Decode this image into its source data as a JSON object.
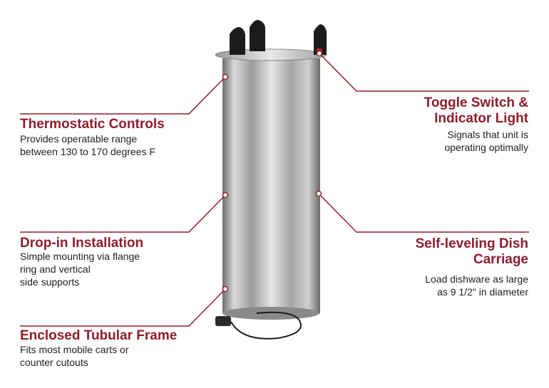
{
  "callouts": {
    "thermostatic": {
      "title": "Thermostatic Controls",
      "desc": [
        "Provides operatable range",
        "between 130 to 170 degrees F"
      ]
    },
    "toggle": {
      "title": [
        "Toggle Switch &",
        "Indicator Light"
      ],
      "desc": [
        "Signals that unit is",
        "operating optimally"
      ]
    },
    "dropin": {
      "title": "Drop-in Installation",
      "desc": [
        "Simple mounting via flange",
        "ring and vertical",
        "side supports"
      ]
    },
    "selfleveling": {
      "title": [
        "Self-leveling Dish",
        "Carriage"
      ],
      "desc": [
        "Load dishware as large",
        "as 9 1/2\" in diameter"
      ]
    },
    "frame": {
      "title": "Enclosed Tubular Frame",
      "desc": [
        "Fits most mobile carts or",
        "counter cutouts"
      ]
    }
  },
  "colors": {
    "accent": "#8e1d2c",
    "text": "#222222"
  }
}
